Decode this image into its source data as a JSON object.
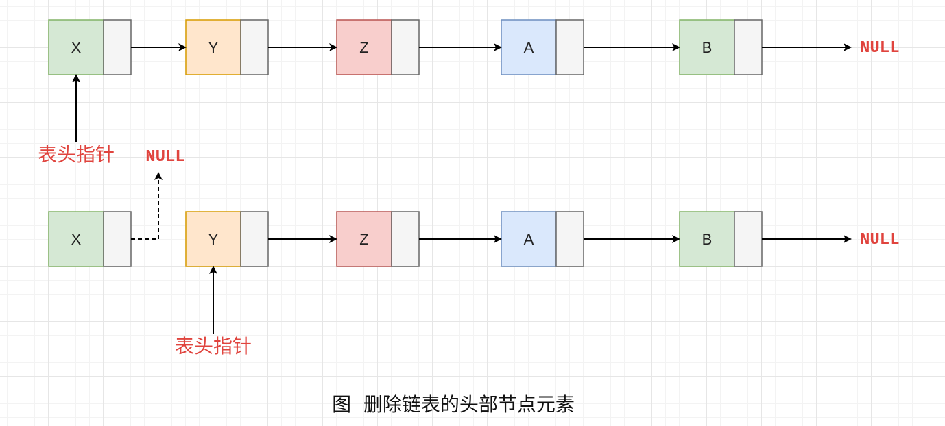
{
  "colors": {
    "null_text": "#e0443e",
    "pointer_text": "#e0443e",
    "arrow": "#000000",
    "next_cell_fill": "#f5f5f5",
    "next_cell_stroke": "#666666"
  },
  "null_label": "NULL",
  "head_pointer_label": "表头指针",
  "rows": [
    {
      "nodes": [
        {
          "label": "X",
          "fill": "#d5e8d4",
          "stroke": "#82b366"
        },
        {
          "label": "Y",
          "fill": "#ffe6cc",
          "stroke": "#d79b00"
        },
        {
          "label": "Z",
          "fill": "#f8cecc",
          "stroke": "#b85450"
        },
        {
          "label": "A",
          "fill": "#dae8fc",
          "stroke": "#6c8ebf"
        },
        {
          "label": "B",
          "fill": "#d5e8d4",
          "stroke": "#82b366"
        }
      ]
    },
    {
      "nodes": [
        {
          "label": "X",
          "fill": "#d5e8d4",
          "stroke": "#82b366"
        },
        {
          "label": "Y",
          "fill": "#ffe6cc",
          "stroke": "#d79b00"
        },
        {
          "label": "Z",
          "fill": "#f8cecc",
          "stroke": "#b85450"
        },
        {
          "label": "A",
          "fill": "#dae8fc",
          "stroke": "#6c8ebf"
        },
        {
          "label": "B",
          "fill": "#d5e8d4",
          "stroke": "#82b366"
        }
      ]
    }
  ],
  "caption": "图  删除链表的头部节点元素"
}
